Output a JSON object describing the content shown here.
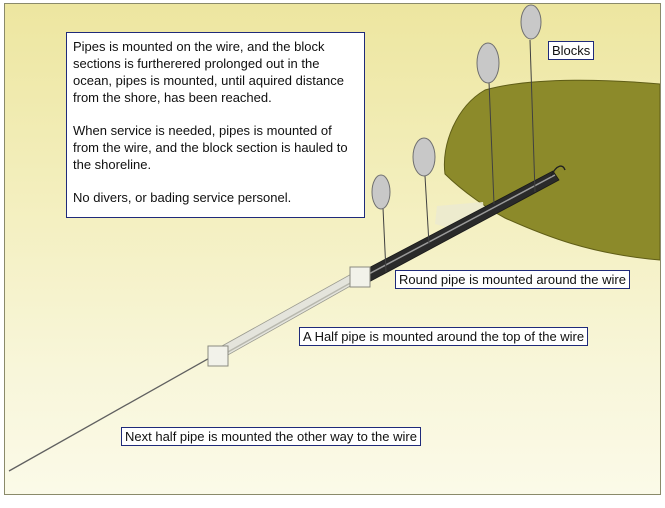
{
  "description": {
    "paragraph_1": "Pipes is mounted on the wire, and the block sections is furtherered prolonged out in the ocean, pipes is mounted, until aquired distance from the shore, has been reached.",
    "paragraph_2": "When service is needed, pipes is mounted of from the wire, and the block section is hauled to the shoreline.",
    "paragraph_3": "No divers, or bading service personel."
  },
  "labels": {
    "blocks": "Blocks",
    "round_pipe": "Round pipe is mounted around the wire",
    "half_pipe_top": "A Half pipe is mounted around the top of the wire",
    "half_pipe_other": "Next half pipe is mounted the other way to the wire"
  },
  "colors": {
    "background_top": "#ede6a0",
    "background_bottom": "#fbfae8",
    "shore": "#8c8a2a",
    "shore_outline": "#5f5d16",
    "label_border": "#1f2a7a",
    "wire": "#606060",
    "round_pipe": "#2a2a2a",
    "half_pipe": "#e4e4dc",
    "block": "#c8c8c8"
  }
}
